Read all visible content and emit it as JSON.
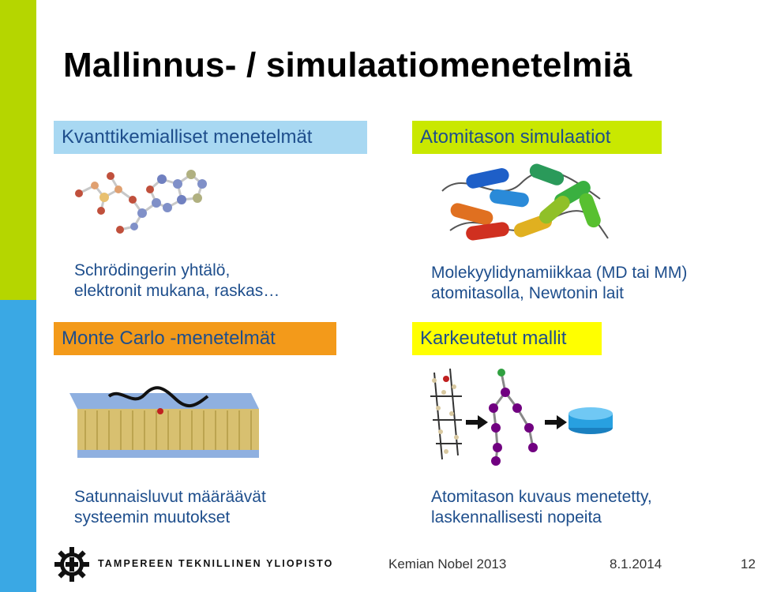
{
  "slide": {
    "title": "Mallinnus- / simulaatiomenetelmiä",
    "sections": {
      "quantum": {
        "heading": "Kvanttikemialliset menetelmät",
        "lines": [
          "Schrödingerin yhtälö,",
          "elektronit mukana, raskas…"
        ]
      },
      "atomistic": {
        "heading": "Atomitason simulaatiot",
        "lines": [
          "Molekyylidynamiikkaa (MD tai MM)",
          "atomitasolla, Newtonin lait"
        ]
      },
      "montecarlo": {
        "heading": "Monte Carlo -menetelmät",
        "lines": [
          "Satunnaisluvut määräävät",
          "systeemin muutokset"
        ]
      },
      "coarse": {
        "heading": "Karkeutetut mallit",
        "lines": [
          "Atomitason kuvaus menetetty,",
          "laskennallisesti nopeita"
        ]
      }
    }
  },
  "footer": {
    "university": "TAMPEREEN TEKNILLINEN YLIOPISTO",
    "event": "Kemian Nobel 2013",
    "date": "8.1.2014",
    "page": "12"
  },
  "colors": {
    "accent_green": "#b5d600",
    "accent_blue": "#3aa8e4",
    "heading_text": "#1e4e8c",
    "box_quantum": "#a8d8f2",
    "box_atomistic": "#c9e800",
    "box_montecarlo": "#f39a1a",
    "box_coarse": "#ffff00"
  }
}
